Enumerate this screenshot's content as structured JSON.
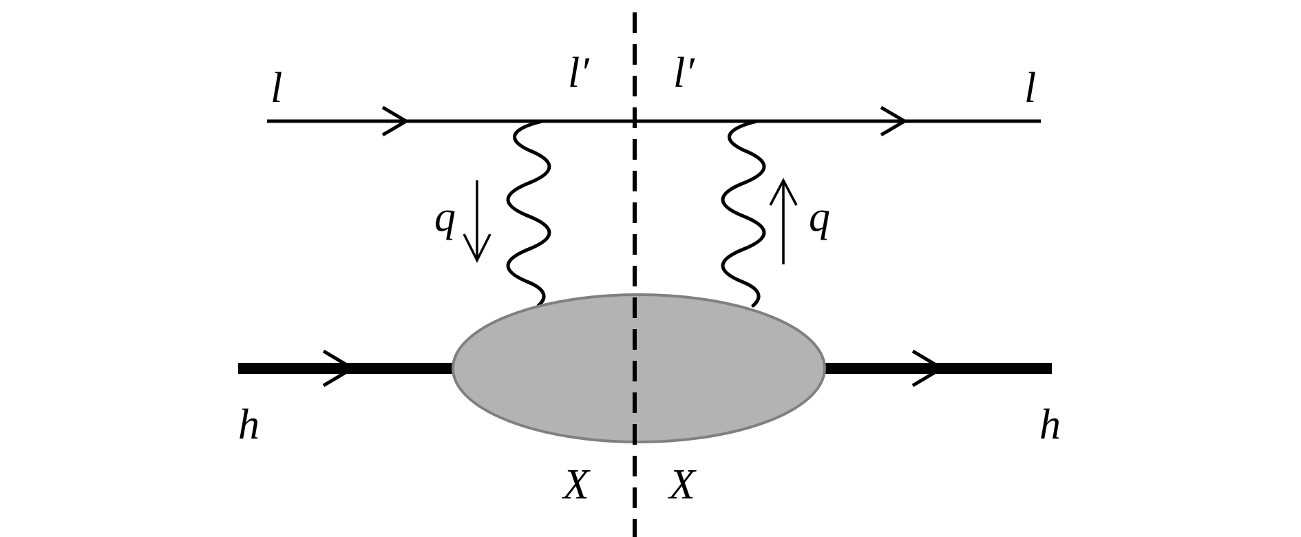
{
  "labels": {
    "lepton_in": "l",
    "lepton_mid_left": "l′",
    "lepton_mid_right": "l′",
    "lepton_out": "l",
    "photon_left": "q",
    "photon_right": "q",
    "hadron_in": "h",
    "hadron_out": "h",
    "final_state_left": "X",
    "final_state_right": "X"
  },
  "colors": {
    "line": "#000000",
    "blob_fill": "#b3b3b3",
    "blob_stroke": "#808080"
  }
}
